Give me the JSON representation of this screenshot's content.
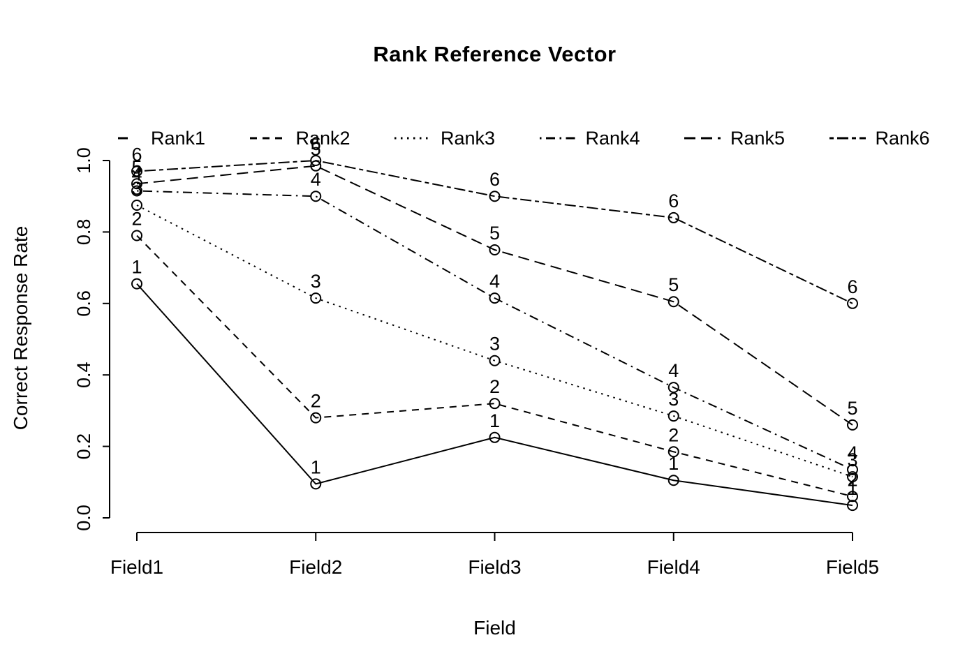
{
  "title": "Rank Reference Vector",
  "colors": {
    "foreground": "#000000",
    "background": "#ffffff"
  },
  "axes": {
    "x_label": "Field",
    "y_label": "Correct Response Rate",
    "x_tick_labels": [
      "Field1",
      "Field2",
      "Field3",
      "Field4",
      "Field5"
    ],
    "y_tick_labels": [
      "0.0",
      "0.2",
      "0.4",
      "0.6",
      "0.8",
      "1.0"
    ]
  },
  "legend": {
    "position": "top",
    "clipped_at_right": true,
    "entries": [
      {
        "label": "Rank1",
        "style": "solid"
      },
      {
        "label": "Rank2",
        "style": "dashed"
      },
      {
        "label": "Rank3",
        "style": "dotted"
      },
      {
        "label": "Rank4",
        "style": "dotdash"
      },
      {
        "label": "Rank5",
        "style": "longdash"
      },
      {
        "label": "Rank6",
        "style": "twodash"
      }
    ]
  },
  "chart_data": {
    "type": "line",
    "title": "Rank Reference Vector",
    "xlabel": "Field",
    "ylabel": "Correct Response Rate",
    "categories": [
      "Field1",
      "Field2",
      "Field3",
      "Field4",
      "Field5"
    ],
    "ylim": [
      0.0,
      1.0
    ],
    "y_ticks": [
      0.0,
      0.2,
      0.4,
      0.6,
      0.8,
      1.0
    ],
    "grid": false,
    "legend_position": "top",
    "marker": "open-circle",
    "line_color": "#000000",
    "series": [
      {
        "name": "Rank1",
        "linestyle": "solid",
        "point_label": "1",
        "values": [
          0.655,
          0.095,
          0.225,
          0.105,
          0.035
        ]
      },
      {
        "name": "Rank2",
        "linestyle": "dashed",
        "point_label": "2",
        "values": [
          0.79,
          0.28,
          0.32,
          0.185,
          0.06
        ]
      },
      {
        "name": "Rank3",
        "linestyle": "dotted",
        "point_label": "3",
        "values": [
          0.875,
          0.615,
          0.44,
          0.285,
          0.115
        ]
      },
      {
        "name": "Rank4",
        "linestyle": "dotdash",
        "point_label": "4",
        "values": [
          0.915,
          0.9,
          0.615,
          0.365,
          0.135
        ]
      },
      {
        "name": "Rank5",
        "linestyle": "longdash",
        "point_label": "5",
        "values": [
          0.935,
          0.985,
          0.75,
          0.605,
          0.26
        ]
      },
      {
        "name": "Rank6",
        "linestyle": "twodash",
        "point_label": "6",
        "values": [
          0.97,
          1.0,
          0.9,
          0.84,
          0.6
        ]
      }
    ]
  }
}
